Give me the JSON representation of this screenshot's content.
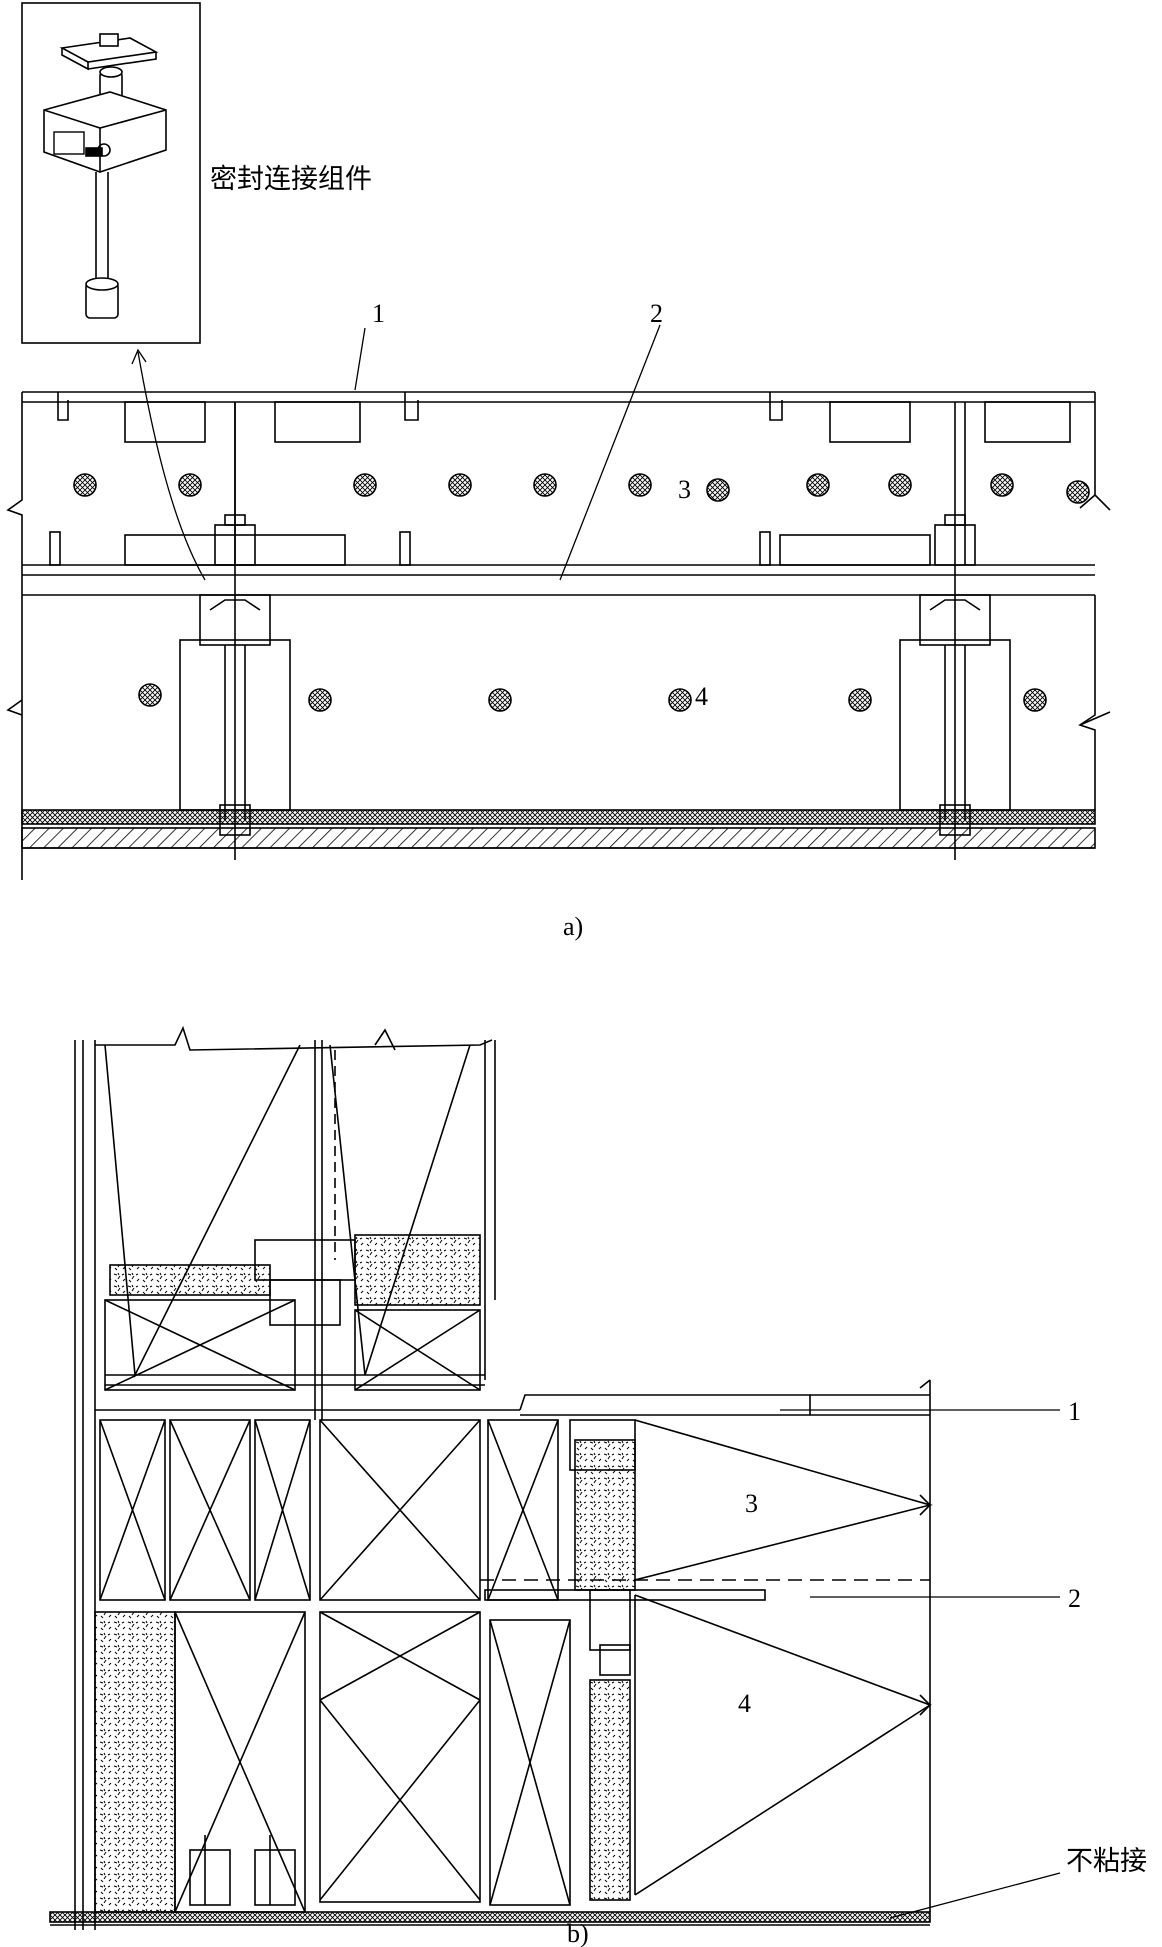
{
  "labels": {
    "seal_component": "密封连接组件",
    "no_bond": "不粘接",
    "num_1": "1",
    "num_2": "2",
    "num_3": "3",
    "num_4": "4",
    "caption_a": "a)",
    "caption_b": "b)"
  }
}
